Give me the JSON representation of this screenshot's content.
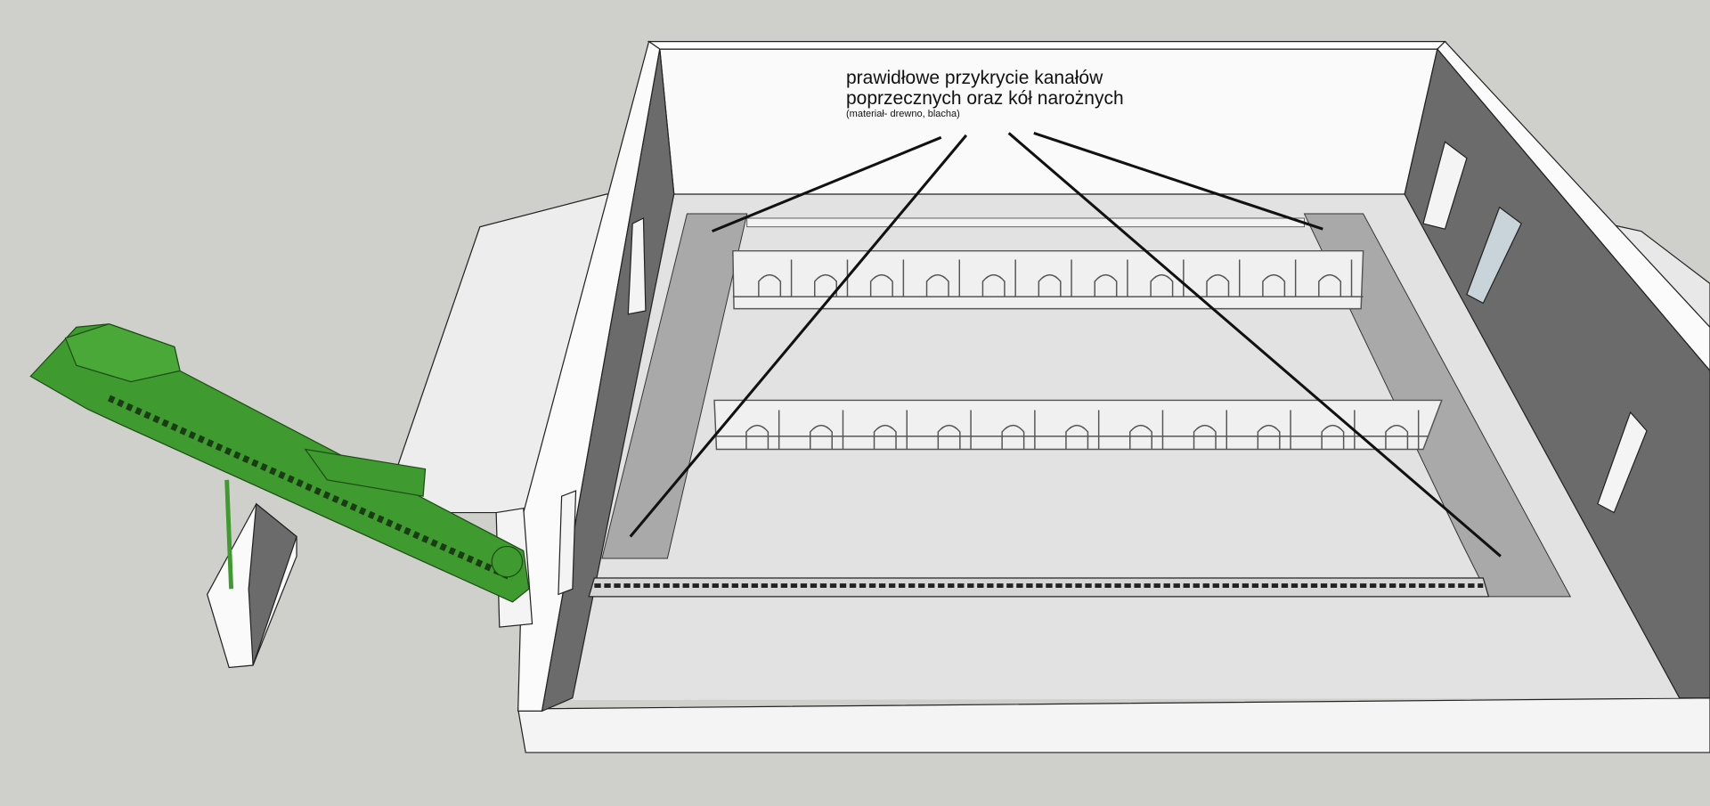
{
  "annotation": {
    "line1": "prawidłowe przykrycie kanałów",
    "line2": "poprzecznych oraz kół narożnych",
    "line3": "(materiał- drewno, blacha)"
  },
  "colors": {
    "background": "#cfd0cb",
    "wall_face": "#6b6b6b",
    "floor": "#e2e2e2",
    "channel_cover": "#a9a9a9",
    "conveyor": "#3f9a2f"
  }
}
